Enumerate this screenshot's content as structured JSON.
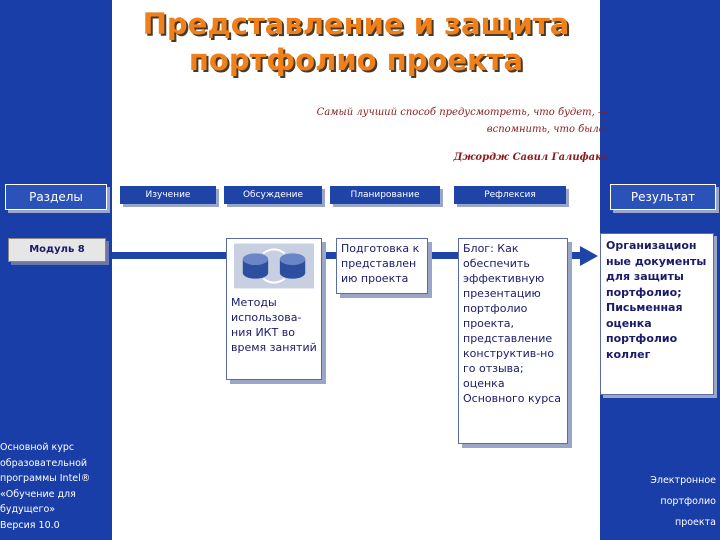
{
  "title": {
    "line1": "Представление и защита",
    "line2": "портфолио проекта"
  },
  "quote": {
    "line1": "Самый лучший способ предусмотреть, что будет, —",
    "line2": "вспомнить, что было.",
    "author": "Джордж Савил Галифакс"
  },
  "tabs": {
    "sections": "Разделы",
    "study": "Изучение",
    "discussion": "Обсуждение",
    "planning": "Планирование",
    "reflection": "Рефлексия",
    "result": "Результат"
  },
  "module_label": "Модуль 8",
  "boxes": {
    "methods": "Методы использова-ния ИКТ во время занятий",
    "preparation": "Подготовка к представлен ию проекта",
    "blog": "Блог: Как обеспечить эффективную презентацию портфолио проекта, представление конструктив-но го отзыва; оценка Основного курса",
    "result": "Организацион ные документы для защиты портфолио; Письменная оценка портфолио коллег"
  },
  "footer_left": {
    "l1": "Основной курс",
    "l2": "образовательной",
    "l3": "программы Intel®",
    "l4": "«Обучение для",
    "l5": "будущего»",
    "l6": "Версия 10.0"
  },
  "footer_right": {
    "l1": "Электронное",
    "l2": "портфолио",
    "l3": "проекта"
  },
  "colors": {
    "sidebar": "#1a3ea8",
    "title": "#f0801a",
    "quote": "#8b1a1a"
  },
  "icons": {
    "methods_icon": "people-connection-icon"
  }
}
